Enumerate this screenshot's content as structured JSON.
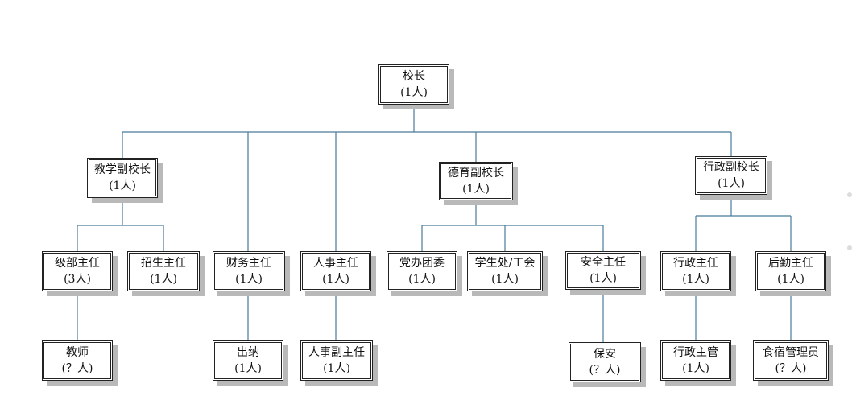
{
  "line_color": "#4a7a9a",
  "nodes": [
    {
      "id": "principal",
      "title": "校长",
      "count": "(1人)"
    },
    {
      "id": "vp-teaching",
      "title": "教学副校长",
      "count": "(1人)"
    },
    {
      "id": "vp-moral",
      "title": "德育副校长",
      "count": "(1人)"
    },
    {
      "id": "vp-admin",
      "title": "行政副校长",
      "count": "(1人)"
    },
    {
      "id": "grade-director",
      "title": "级部主任",
      "count": "(3人)"
    },
    {
      "id": "enrollment-director",
      "title": "招生主任",
      "count": "(1人)"
    },
    {
      "id": "finance-director",
      "title": "财务主任",
      "count": "(1人)"
    },
    {
      "id": "hr-director",
      "title": "人事主任",
      "count": "(1人)"
    },
    {
      "id": "party-office",
      "title": "党办团委",
      "count": "(1人)"
    },
    {
      "id": "student-union",
      "title": "学生处/工会",
      "count": "(1人)"
    },
    {
      "id": "safety-director",
      "title": "安全主任",
      "count": "(1人)"
    },
    {
      "id": "admin-director",
      "title": "行政主任",
      "count": "(1人)"
    },
    {
      "id": "logistics-director",
      "title": "后勤主任",
      "count": "(1人)"
    },
    {
      "id": "teacher",
      "title": "教师",
      "count": "(？人)"
    },
    {
      "id": "cashier",
      "title": "出纳",
      "count": "(1人)"
    },
    {
      "id": "hr-deputy",
      "title": "人事副主任",
      "count": "(1人)"
    },
    {
      "id": "security-guard",
      "title": "保安",
      "count": "(？人)"
    },
    {
      "id": "admin-supervisor",
      "title": "行政主管",
      "count": "(1人)"
    },
    {
      "id": "dorm-manager",
      "title": "食宿管理员",
      "count": "(？人)"
    }
  ]
}
